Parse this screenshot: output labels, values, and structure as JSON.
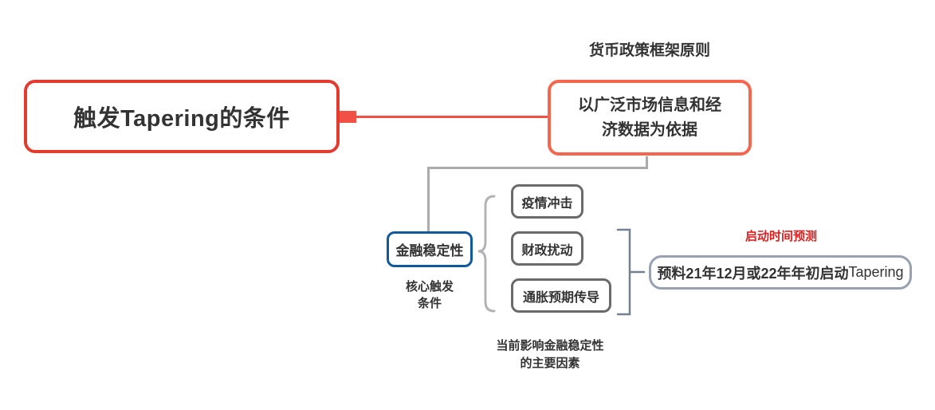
{
  "colors": {
    "root_border": "#e23c30",
    "edge_red": "#f25044",
    "principle_border": "#f5664f",
    "edge_gray": "#ababab",
    "stability_border": "#0e5a9d",
    "factor_border": "#6a6a6a",
    "brace_gray": "#b3b3b3",
    "bracket_gray": "#73808f",
    "forecast_border": "#97a1b0",
    "forecast_caption_red": "#e01e1e",
    "text": "#333333"
  },
  "root": {
    "label": "触发Tapering的条件"
  },
  "principle": {
    "caption": "货币政策框架原则",
    "lines": [
      "以广泛市场信息和经",
      "济数据为依据"
    ]
  },
  "stability": {
    "label": "金融稳定性",
    "caption_lines": [
      "核心触发",
      "条件"
    ]
  },
  "factors": {
    "caption_lines": [
      "当前影响金融稳定性",
      "的主要因素"
    ],
    "items": [
      {
        "label": "疫情冲击"
      },
      {
        "label": "财政扰动"
      },
      {
        "label": "通胀预期传导"
      }
    ]
  },
  "forecast": {
    "caption": "启动时间预测",
    "label_cn": "预料21年12月或22年年初启动",
    "label_en": "Tapering"
  }
}
